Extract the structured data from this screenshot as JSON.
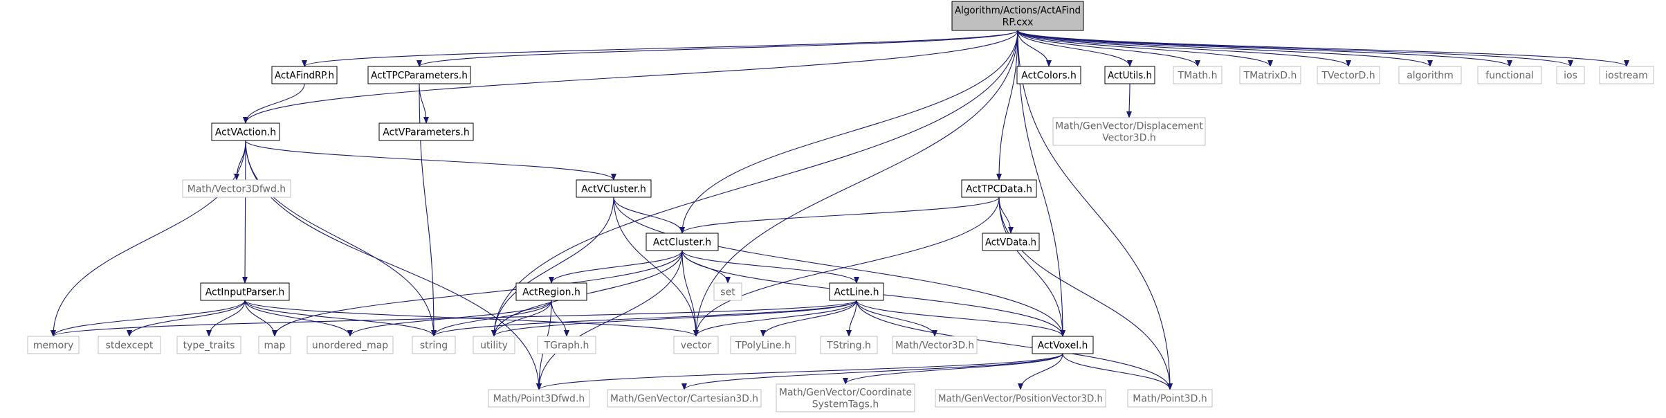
{
  "diagram": {
    "colors": {
      "edge": "#191970",
      "root_fill": "#bfbfbf",
      "local_border": "#000000",
      "external_border": "#bfbfbf"
    },
    "nodes": [
      {
        "id": "root",
        "kind": "root",
        "lines": [
          "Algorithm/Actions/ActAFind",
          "RP.cxx"
        ]
      },
      {
        "id": "actafindrp",
        "kind": "local",
        "lines": [
          "ActAFindRP.h"
        ]
      },
      {
        "id": "acttpcparams",
        "kind": "local",
        "lines": [
          "ActTPCParameters.h"
        ]
      },
      {
        "id": "actcolors",
        "kind": "local",
        "lines": [
          "ActColors.h"
        ]
      },
      {
        "id": "actutils",
        "kind": "local",
        "lines": [
          "ActUtils.h"
        ]
      },
      {
        "id": "tmath",
        "kind": "ext",
        "lines": [
          "TMath.h"
        ]
      },
      {
        "id": "tmatrixd",
        "kind": "ext",
        "lines": [
          "TMatrixD.h"
        ]
      },
      {
        "id": "tvectord",
        "kind": "ext",
        "lines": [
          "TVectorD.h"
        ]
      },
      {
        "id": "algorithm",
        "kind": "ext",
        "lines": [
          "algorithm"
        ]
      },
      {
        "id": "functional",
        "kind": "ext",
        "lines": [
          "functional"
        ]
      },
      {
        "id": "ios",
        "kind": "ext",
        "lines": [
          "ios"
        ]
      },
      {
        "id": "iostream",
        "kind": "ext",
        "lines": [
          "iostream"
        ]
      },
      {
        "id": "actvaction",
        "kind": "local",
        "lines": [
          "ActVAction.h"
        ]
      },
      {
        "id": "actvparams",
        "kind": "local",
        "lines": [
          "ActVParameters.h"
        ]
      },
      {
        "id": "dispvec",
        "kind": "ext",
        "lines": [
          "Math/GenVector/Displacement",
          "Vector3D.h"
        ]
      },
      {
        "id": "vec3dfwd",
        "kind": "ext",
        "lines": [
          "Math/Vector3Dfwd.h"
        ]
      },
      {
        "id": "actvcluster",
        "kind": "local",
        "lines": [
          "ActVCluster.h"
        ]
      },
      {
        "id": "acttpcdata",
        "kind": "local",
        "lines": [
          "ActTPCData.h"
        ]
      },
      {
        "id": "actcluster",
        "kind": "local",
        "lines": [
          "ActCluster.h"
        ]
      },
      {
        "id": "actvdata",
        "kind": "local",
        "lines": [
          "ActVData.h"
        ]
      },
      {
        "id": "set",
        "kind": "ext",
        "lines": [
          "set"
        ]
      },
      {
        "id": "actinputparser",
        "kind": "local",
        "lines": [
          "ActInputParser.h"
        ]
      },
      {
        "id": "actregion",
        "kind": "local",
        "lines": [
          "ActRegion.h"
        ]
      },
      {
        "id": "actline",
        "kind": "local",
        "lines": [
          "ActLine.h"
        ]
      },
      {
        "id": "memory",
        "kind": "ext",
        "lines": [
          "memory"
        ]
      },
      {
        "id": "stdexcept",
        "kind": "ext",
        "lines": [
          "stdexcept"
        ]
      },
      {
        "id": "typetraits",
        "kind": "ext",
        "lines": [
          "type_traits"
        ]
      },
      {
        "id": "map",
        "kind": "ext",
        "lines": [
          "map"
        ]
      },
      {
        "id": "unorderedmap",
        "kind": "ext",
        "lines": [
          "unordered_map"
        ]
      },
      {
        "id": "string",
        "kind": "ext",
        "lines": [
          "string"
        ]
      },
      {
        "id": "utility",
        "kind": "ext",
        "lines": [
          "utility"
        ]
      },
      {
        "id": "vector",
        "kind": "ext",
        "lines": [
          "vector"
        ]
      },
      {
        "id": "tpolyline",
        "kind": "ext",
        "lines": [
          "TPolyLine.h"
        ]
      },
      {
        "id": "tstring",
        "kind": "ext",
        "lines": [
          "TString.h"
        ]
      },
      {
        "id": "mathvec3d",
        "kind": "ext",
        "lines": [
          "Math/Vector3D.h"
        ]
      },
      {
        "id": "actvoxel",
        "kind": "local",
        "lines": [
          "ActVoxel.h"
        ]
      },
      {
        "id": "tgraph",
        "kind": "ext",
        "lines": [
          "TGraph.h"
        ]
      },
      {
        "id": "point3dfwd",
        "kind": "ext",
        "lines": [
          "Math/Point3Dfwd.h"
        ]
      },
      {
        "id": "cartesian3d",
        "kind": "ext",
        "lines": [
          "Math/GenVector/Cartesian3D.h"
        ]
      },
      {
        "id": "coordtags",
        "kind": "ext",
        "lines": [
          "Math/GenVector/Coordinate",
          "SystemTags.h"
        ]
      },
      {
        "id": "posvec3d",
        "kind": "ext",
        "lines": [
          "Math/GenVector/PositionVector3D.h"
        ]
      },
      {
        "id": "point3d",
        "kind": "ext",
        "lines": [
          "Math/Point3D.h"
        ]
      }
    ],
    "edges": [
      [
        "root",
        "actvaction"
      ],
      [
        "root",
        "actafindrp"
      ],
      [
        "root",
        "acttpcparams"
      ],
      [
        "root",
        "utility"
      ],
      [
        "root",
        "vector"
      ],
      [
        "root",
        "actcluster"
      ],
      [
        "root",
        "actvoxel"
      ],
      [
        "root",
        "acttpcdata"
      ],
      [
        "root",
        "point3d"
      ],
      [
        "root",
        "actcolors"
      ],
      [
        "root",
        "actutils"
      ],
      [
        "root",
        "tmath"
      ],
      [
        "root",
        "tmatrixd"
      ],
      [
        "root",
        "tvectord"
      ],
      [
        "root",
        "algorithm"
      ],
      [
        "root",
        "functional"
      ],
      [
        "root",
        "ios"
      ],
      [
        "root",
        "iostream"
      ],
      [
        "actafindrp",
        "actvaction"
      ],
      [
        "acttpcparams",
        "actvparams"
      ],
      [
        "acttpcparams",
        "string"
      ],
      [
        "actutils",
        "dispvec"
      ],
      [
        "actvaction",
        "memory"
      ],
      [
        "actvaction",
        "vec3dfwd"
      ],
      [
        "actvaction",
        "actvcluster"
      ],
      [
        "actvaction",
        "actinputparser"
      ],
      [
        "actvaction",
        "string"
      ],
      [
        "actvaction",
        "point3dfwd"
      ],
      [
        "actvcluster",
        "actcluster"
      ],
      [
        "actvcluster",
        "utility"
      ],
      [
        "actvcluster",
        "vector"
      ],
      [
        "actvcluster",
        "actvoxel"
      ],
      [
        "acttpcdata",
        "actcluster"
      ],
      [
        "acttpcdata",
        "actvdata"
      ],
      [
        "acttpcdata",
        "vector"
      ],
      [
        "acttpcdata",
        "actvoxel"
      ],
      [
        "acttpcdata",
        "point3d"
      ],
      [
        "actcluster",
        "set"
      ],
      [
        "actcluster",
        "actregion"
      ],
      [
        "actcluster",
        "actline"
      ],
      [
        "actcluster",
        "utility"
      ],
      [
        "actcluster",
        "vector"
      ],
      [
        "actcluster",
        "map"
      ],
      [
        "actcluster",
        "point3dfwd"
      ],
      [
        "actcluster",
        "actvoxel"
      ],
      [
        "actinputparser",
        "memory"
      ],
      [
        "actinputparser",
        "stdexcept"
      ],
      [
        "actinputparser",
        "typetraits"
      ],
      [
        "actinputparser",
        "map"
      ],
      [
        "actinputparser",
        "unorderedmap"
      ],
      [
        "actinputparser",
        "string"
      ],
      [
        "actinputparser",
        "vector"
      ],
      [
        "actregion",
        "unorderedmap"
      ],
      [
        "actregion",
        "string"
      ],
      [
        "actregion",
        "utility"
      ],
      [
        "actregion",
        "tgraph"
      ],
      [
        "actregion",
        "point3dfwd"
      ],
      [
        "actline",
        "memory"
      ],
      [
        "actline",
        "string"
      ],
      [
        "actline",
        "utility"
      ],
      [
        "actline",
        "vector"
      ],
      [
        "actline",
        "tpolyline"
      ],
      [
        "actline",
        "tstring"
      ],
      [
        "actline",
        "mathvec3d"
      ],
      [
        "actline",
        "actvoxel"
      ],
      [
        "actline",
        "point3d"
      ],
      [
        "actvoxel",
        "point3dfwd"
      ],
      [
        "actvoxel",
        "cartesian3d"
      ],
      [
        "actvoxel",
        "coordtags"
      ],
      [
        "actvoxel",
        "posvec3d"
      ],
      [
        "actvoxel",
        "point3d"
      ]
    ]
  }
}
